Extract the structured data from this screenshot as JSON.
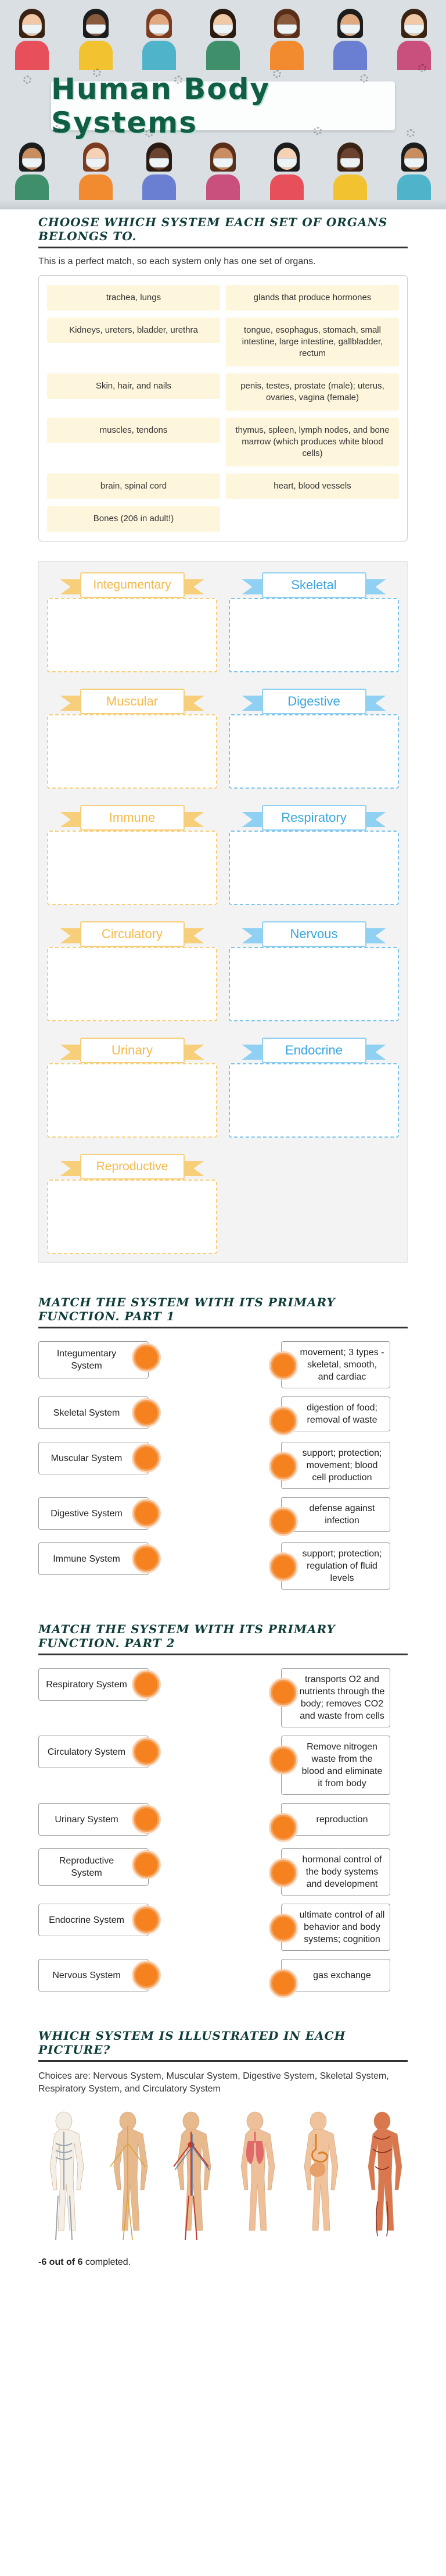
{
  "banner": {
    "title": "Human Body Systems"
  },
  "section1": {
    "title": "Choose which system each set of organs belongs to.",
    "subtitle": "This is a perfect match, so each system only has one set of organs.",
    "chips": [
      "trachea, lungs",
      "glands that produce hormones",
      "Kidneys, ureters, bladder, urethra",
      "tongue, esophagus, stomach, small intestine, large intestine, gallbladder, rectum",
      "Skin, hair, and nails",
      "penis, testes, prostate (male); uterus, ovaries, vagina (female)",
      "muscles, tendons",
      "thymus, spleen, lymph nodes, and bone marrow (which produces white blood cells)",
      "brain, spinal cord",
      "heart, blood vessels",
      "Bones (206 in adult!)"
    ],
    "buckets": [
      {
        "label": "Integumentary",
        "style": "warm"
      },
      {
        "label": "Skeletal",
        "style": "cool"
      },
      {
        "label": "Muscular",
        "style": "warm"
      },
      {
        "label": "Digestive",
        "style": "cool"
      },
      {
        "label": "Immune",
        "style": "warm"
      },
      {
        "label": "Respiratory",
        "style": "cool"
      },
      {
        "label": "Circulatory",
        "style": "warm"
      },
      {
        "label": "Nervous",
        "style": "cool"
      },
      {
        "label": "Urinary",
        "style": "warm"
      },
      {
        "label": "Endocrine",
        "style": "cool"
      },
      {
        "label": "Reproductive",
        "style": "warm"
      }
    ]
  },
  "section2": {
    "title": "Match the system with its primary function.  Part 1",
    "left": [
      "Integumentary System",
      "Skeletal System",
      "Muscular System",
      "Digestive System",
      "Immune System"
    ],
    "right": [
      "movement; 3 types - skeletal, smooth, and cardiac",
      "digestion of food; removal of waste",
      "support; protection; movement; blood cell production",
      "defense against infection",
      "support; protection; regulation of fluid levels"
    ]
  },
  "section3": {
    "title": "Match the system with its primary function.  Part 2",
    "left": [
      "Respiratory System",
      "Circulatory System",
      "Urinary System",
      "Reproductive System",
      "Endocrine System",
      "Nervous System"
    ],
    "right": [
      "transports O2 and nutrients through the body; removes CO2 and waste from cells",
      "Remove nitrogen waste from the blood and eliminate it from body",
      "reproduction",
      "hormonal control of the body systems and development",
      "ultimate control of all behavior and body systems; cognition",
      "gas exchange"
    ]
  },
  "section4": {
    "title": "Which system is illustrated in each picture?",
    "choices": "Choices are: Nervous System, Muscular System, Digestive System, Skeletal System, Respiratory System, and Circulatory System",
    "figure_icons": [
      "skeleton-figure-icon",
      "nervous-figure-icon",
      "circulatory-figure-icon",
      "respiratory-figure-icon",
      "digestive-figure-icon",
      "muscular-figure-icon"
    ]
  },
  "completion": {
    "score": "-6 out of 6",
    "suffix": " completed."
  },
  "colors": {
    "title_green": "#0f5e45",
    "warm": "#f7cf7a",
    "cool": "#8fd0f3",
    "dot": "#f6821f",
    "chip_bg": "#fdf5dc"
  }
}
